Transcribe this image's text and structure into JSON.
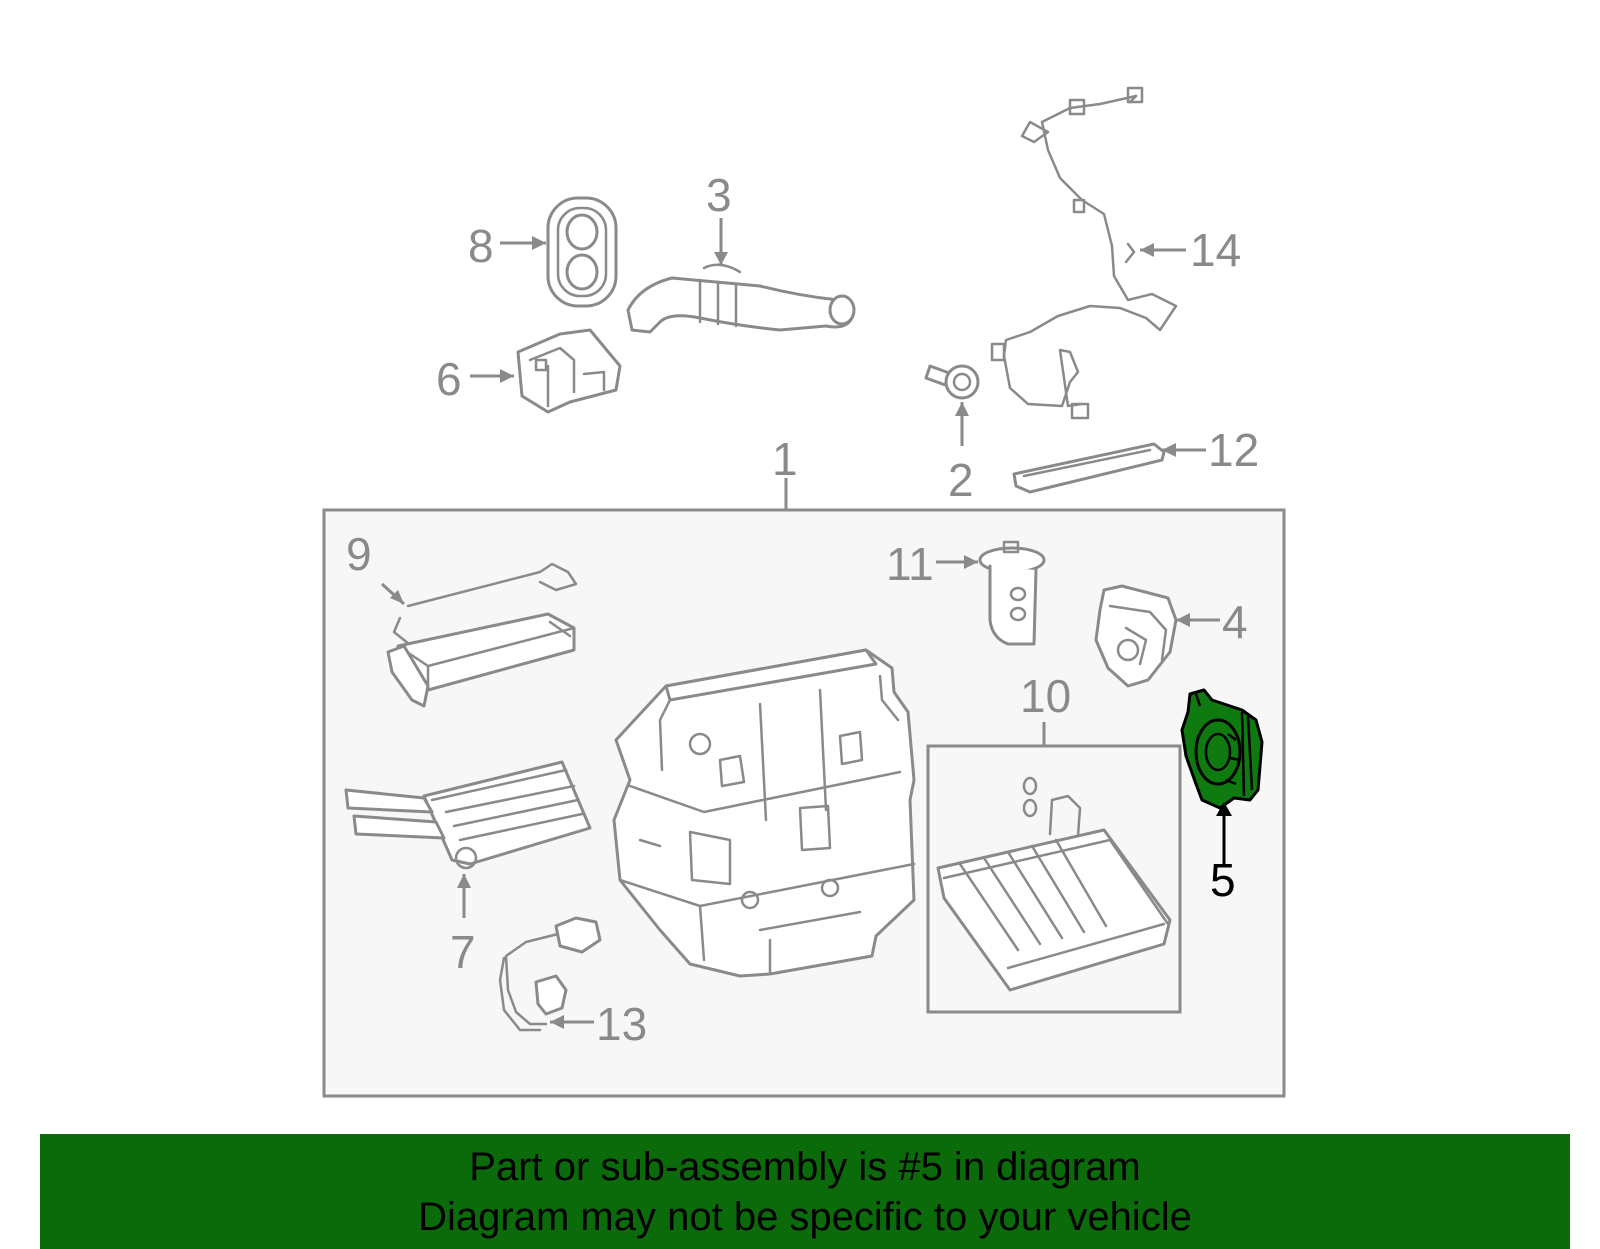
{
  "diagram": {
    "callouts": {
      "c1": "1",
      "c2": "2",
      "c3": "3",
      "c4": "4",
      "c5": "5",
      "c6": "6",
      "c7": "7",
      "c8": "8",
      "c9": "9",
      "c10": "10",
      "c11": "11",
      "c12": "12",
      "c13": "13",
      "c14": "14"
    },
    "highlighted_part": "5",
    "colors": {
      "line": "#8a8a8a",
      "highlight_fill": "#0f7a0f",
      "highlight_stroke": "#000000",
      "box_fill": "#f7f7f7",
      "banner": "#0b6b0b"
    }
  },
  "banner": {
    "line1": "Part or sub-assembly is #5 in diagram",
    "line2": "Diagram may not be specific to your vehicle"
  }
}
